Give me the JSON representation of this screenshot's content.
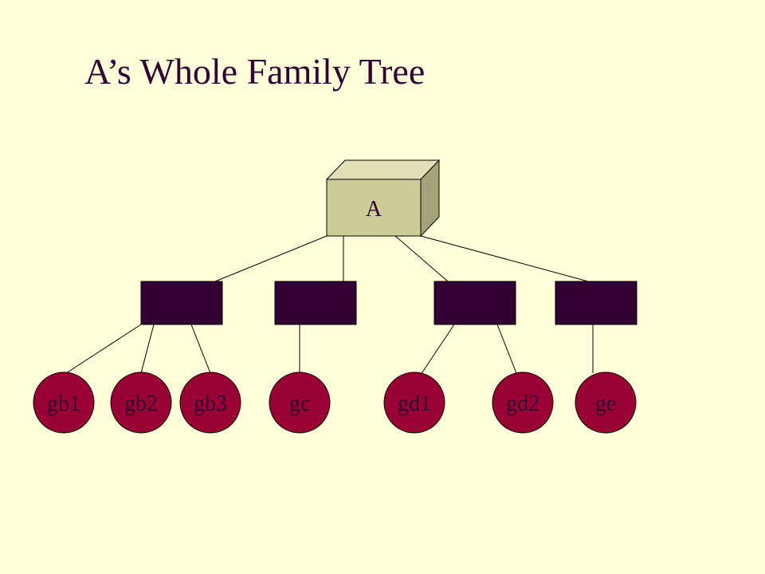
{
  "title": "A’s Whole Family Tree",
  "root": {
    "label": "A"
  },
  "children": [
    {
      "id": "b",
      "leaves": [
        "gb1",
        "gb2",
        "gb3"
      ]
    },
    {
      "id": "c",
      "leaves": [
        "gc"
      ]
    },
    {
      "id": "d",
      "leaves": [
        "gd1",
        "gd2"
      ]
    },
    {
      "id": "e",
      "leaves": [
        "ge"
      ]
    }
  ],
  "colors": {
    "background": "#ffffd9",
    "title_text": "#330033",
    "root_box": "#cccc99",
    "child_box": "#330033",
    "leaf_node": "#990033"
  }
}
